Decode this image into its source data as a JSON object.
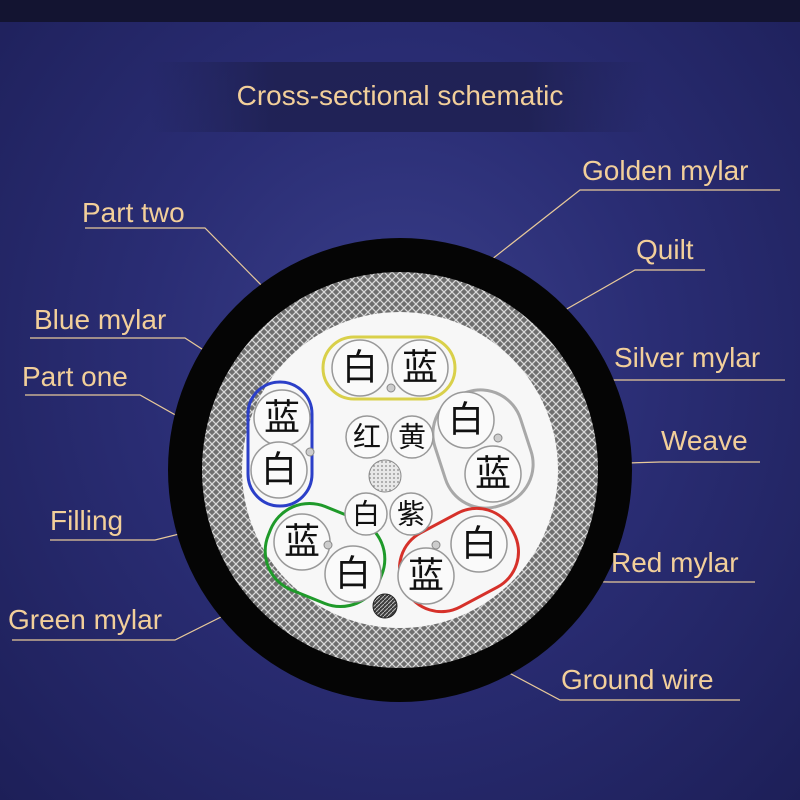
{
  "title": "Cross-sectional schematic",
  "labels": {
    "golden_mylar": "Golden mylar",
    "quilt": "Quilt",
    "silver_mylar": "Silver mylar",
    "weave": "Weave",
    "red_mylar": "Red mylar",
    "ground_wire": "Ground wire",
    "part_two": "Part two",
    "blue_mylar": "Blue mylar",
    "part_one": "Part one",
    "filling": "Filling",
    "green_mylar": "Green mylar"
  },
  "cores": {
    "golden_pair": [
      "白",
      "蓝"
    ],
    "blue_pair": [
      "蓝",
      "白"
    ],
    "silver_pair": [
      "白",
      "蓝"
    ],
    "green_pair": [
      "蓝",
      "白"
    ],
    "red_pair": [
      "白",
      "蓝"
    ],
    "center": [
      "红",
      "黄",
      "白",
      "紫"
    ]
  },
  "colors": {
    "background": "#2a2d74",
    "label_text": "#f2cf9a",
    "golden_mylar": "#d9d04a",
    "blue_mylar": "#2b3fc8",
    "silver_mylar": "#a8a8a8",
    "green_mylar": "#1f9a2a",
    "red_mylar": "#d6312a"
  }
}
